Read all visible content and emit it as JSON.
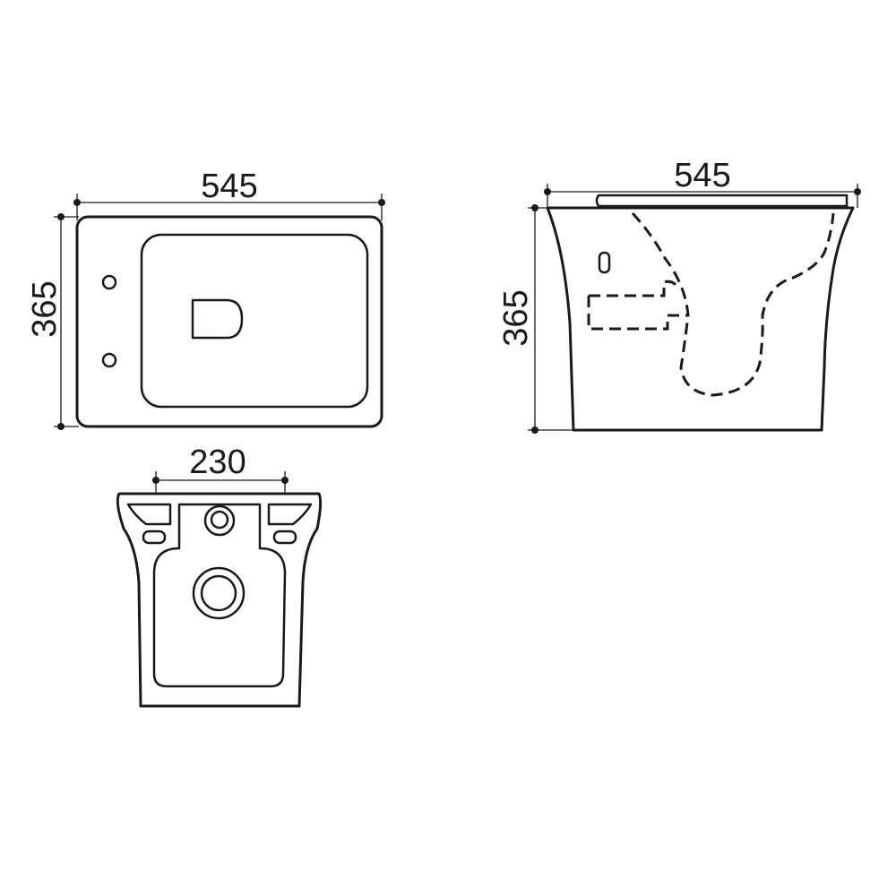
{
  "top_view": {
    "width_label": "545",
    "depth_label": "365"
  },
  "side_view": {
    "width_label": "545",
    "height_label": "365"
  },
  "rear_view": {
    "bolt_spacing_label": "230"
  }
}
